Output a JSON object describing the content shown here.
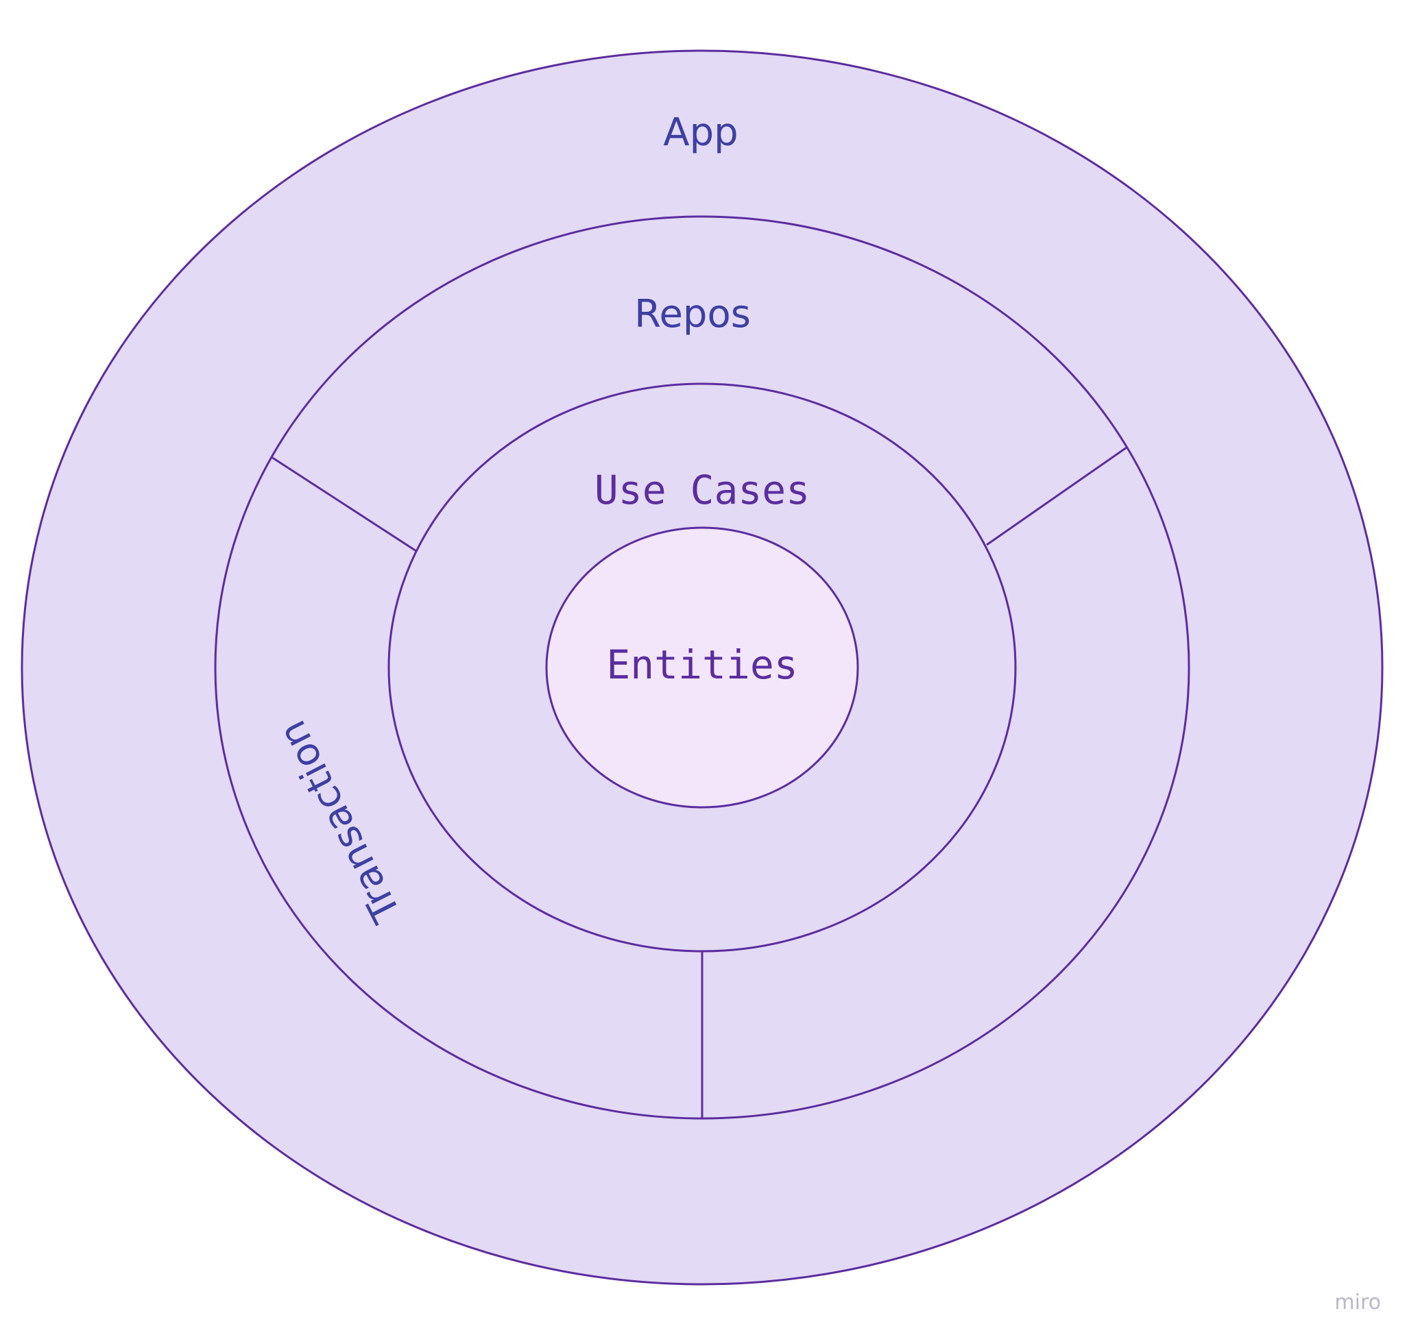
{
  "diagram": {
    "layers": {
      "app": "App",
      "repos": "Repos",
      "use_cases": "Use Cases",
      "entities": "Entities"
    },
    "segment_label": "Transaction",
    "watermark": "miro"
  },
  "colors": {
    "ring_fill": "#e3daf6",
    "core_fill": "#f3e6fb",
    "stroke": "#5b2d9e",
    "label_blue": "#3d3fa3",
    "label_purple": "#5b2d9e",
    "watermark": "#b8b8c8"
  }
}
